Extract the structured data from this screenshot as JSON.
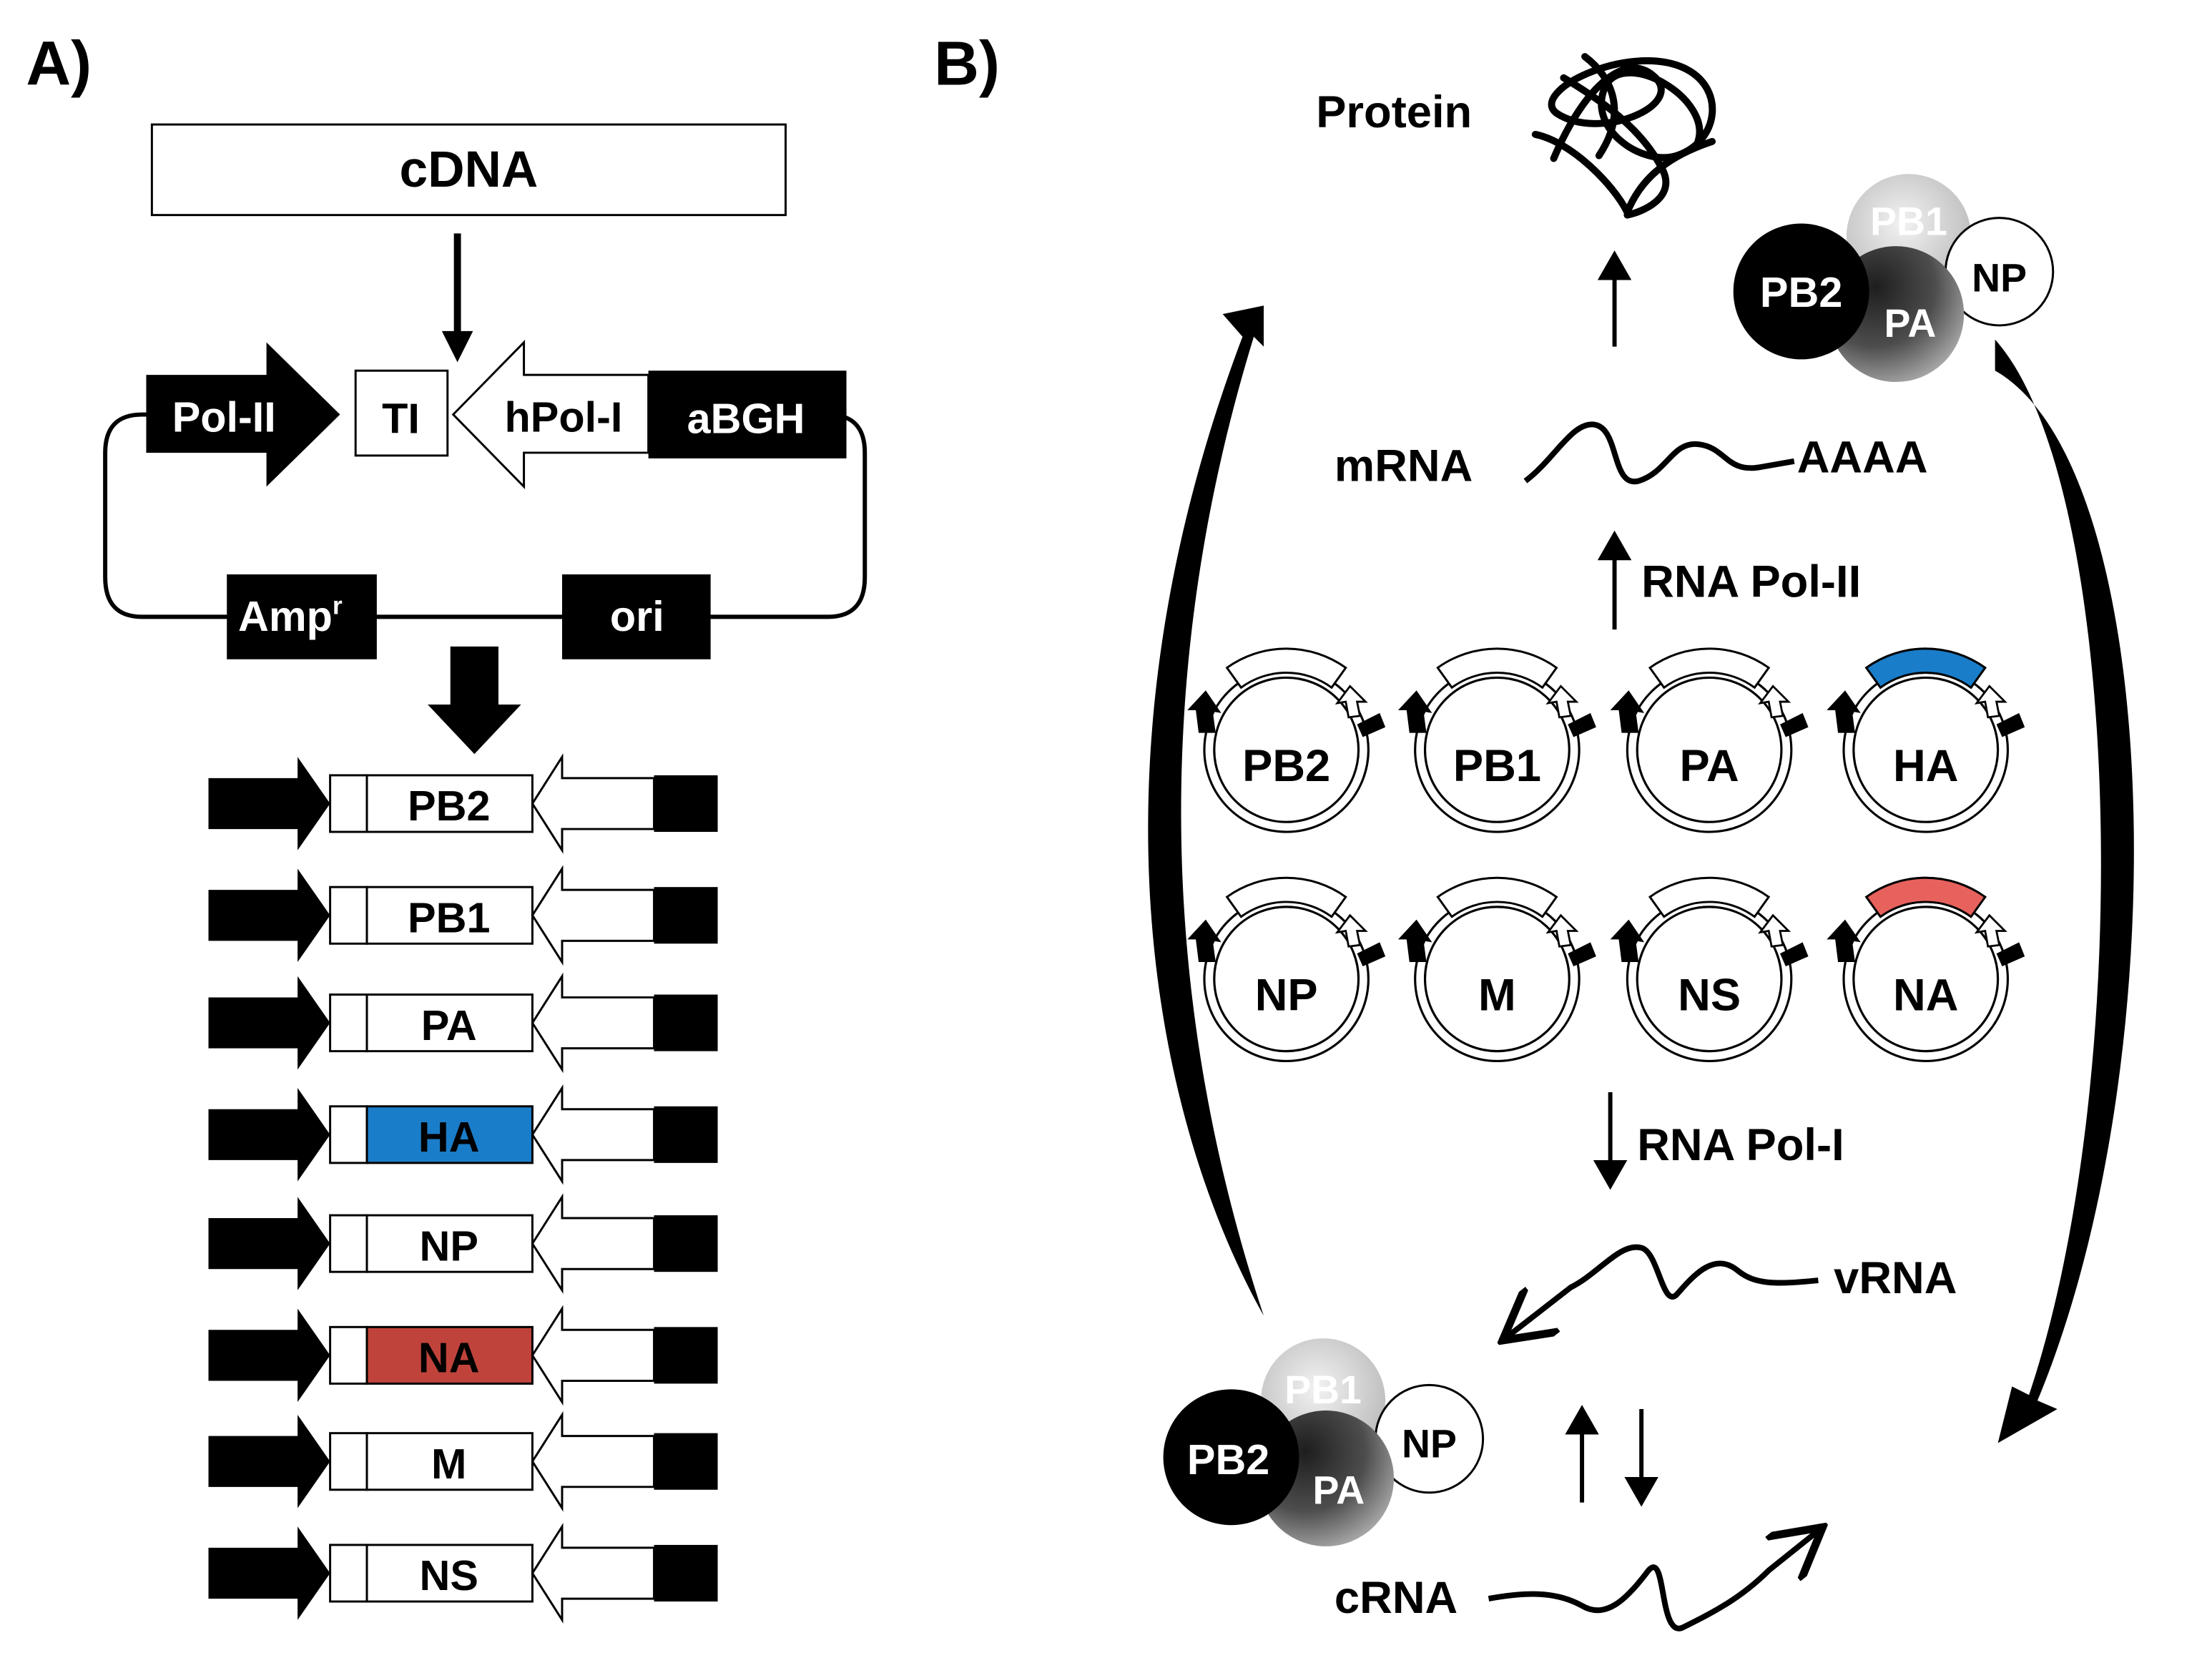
{
  "panel_a": {
    "label": "A)",
    "cdna": "cDNA",
    "plasmid": {
      "pol2": "Pol-II",
      "ti": "TI",
      "hpol1": "hPol-I",
      "abgh": "aBGH",
      "amp": "Amp",
      "amp_sup": "r",
      "ori": "ori"
    },
    "segments": [
      {
        "label": "PB2",
        "fill": "#ffffff"
      },
      {
        "label": "PB1",
        "fill": "#ffffff"
      },
      {
        "label": "PA",
        "fill": "#ffffff"
      },
      {
        "label": "HA",
        "fill": "#1a7dc9"
      },
      {
        "label": "NP",
        "fill": "#ffffff"
      },
      {
        "label": "NA",
        "fill": "#c0433b"
      },
      {
        "label": "M",
        "fill": "#ffffff"
      },
      {
        "label": "NS",
        "fill": "#ffffff"
      }
    ]
  },
  "panel_b": {
    "label": "B)",
    "protein": "Protein",
    "mrna": "mRNA",
    "polya": "AAAA",
    "rna_pol2": "RNA Pol-II",
    "rna_pol1": "RNA Pol-I",
    "vrna": "vRNA",
    "crna": "cRNA",
    "rnp": {
      "pb1": "PB1",
      "pb2": "PB2",
      "pa": "PA",
      "np": "NP"
    },
    "plasmids": [
      {
        "label": "PB2",
        "arc": "#ffffff"
      },
      {
        "label": "PB1",
        "arc": "#ffffff"
      },
      {
        "label": "PA",
        "arc": "#ffffff"
      },
      {
        "label": "HA",
        "arc": "#1a7dc9"
      },
      {
        "label": "NP",
        "arc": "#ffffff"
      },
      {
        "label": "M",
        "arc": "#ffffff"
      },
      {
        "label": "NS",
        "arc": "#ffffff"
      },
      {
        "label": "NA",
        "arc": "#e8625d"
      }
    ]
  }
}
